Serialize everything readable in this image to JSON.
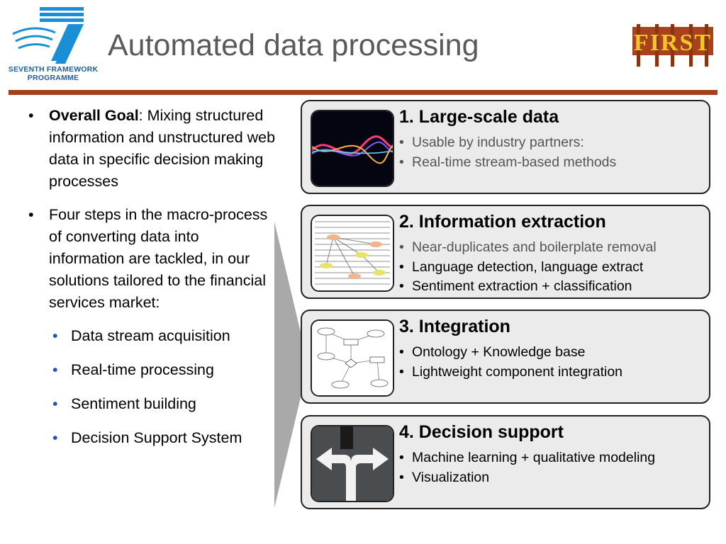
{
  "header": {
    "title": "Automated data processing",
    "fp7_logo_line1": "SEVENTH FRAMEWORK",
    "fp7_logo_line2": "PROGRAMME",
    "first_logo": "FIRST",
    "rule_color": "#a53e1c"
  },
  "left": {
    "goal_label": "Overall Goal",
    "goal_text": ": Mixing structured information and unstructured web data in specific decision making processes",
    "steps_text": "Four steps in the macro-process of converting data into information are tackled, in our solutions tailored to the financial services market:",
    "sub_items": [
      "Data stream acquisition",
      "Real-time processing",
      "Sentiment building",
      "Decision Support System"
    ]
  },
  "cards": [
    {
      "title": "1. Large-scale data",
      "items": [
        "Usable by industry partners:",
        "Real-time stream-based methods"
      ]
    },
    {
      "title": "2. Information extraction",
      "items": [
        "Near-duplicates and boilerplate removal",
        "Language detection, language extract",
        "Sentiment extraction + classification"
      ]
    },
    {
      "title": "3. Integration",
      "items": [
        "Ontology + Knowledge base",
        "Lightweight component integration"
      ]
    },
    {
      "title": "4. Decision support",
      "items": [
        "Machine learning + qualitative modeling",
        "Visualization"
      ]
    }
  ]
}
